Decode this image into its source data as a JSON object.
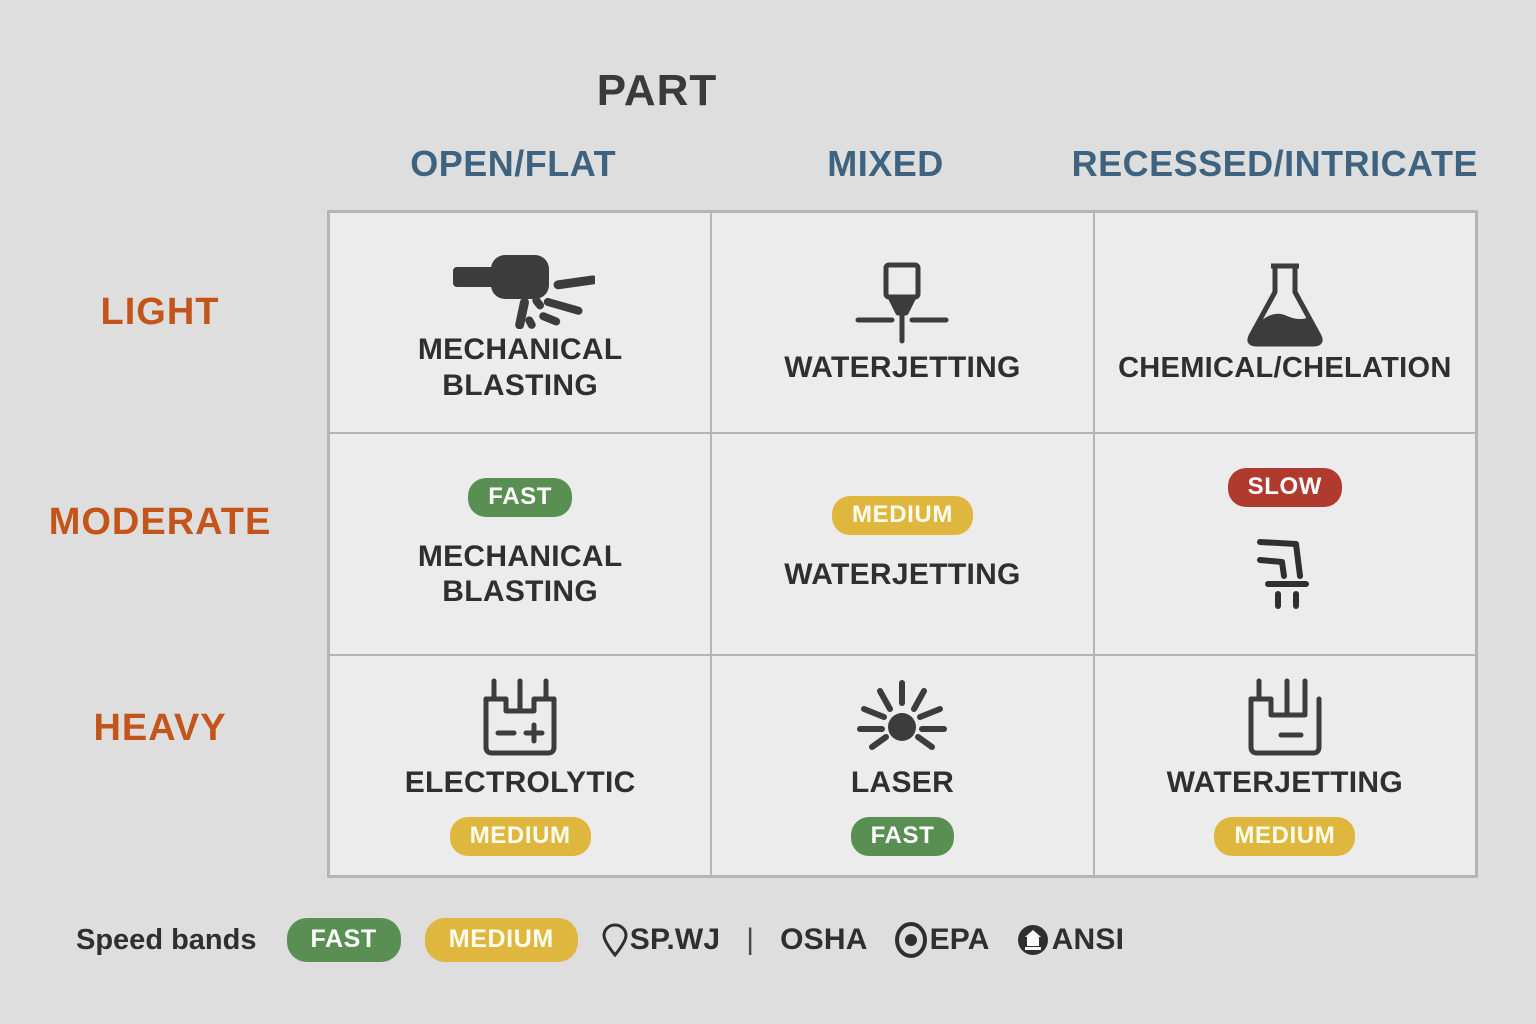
{
  "title": "PART",
  "columns": [
    {
      "label": "OPEN/FLAT"
    },
    {
      "label": "MIXED"
    },
    {
      "label": "RECESSED/INTRICATE"
    }
  ],
  "rows": [
    {
      "label": "LIGHT"
    },
    {
      "label": "MODERATE"
    },
    {
      "label": "HEAVY"
    }
  ],
  "cells": [
    {
      "icon": "spray-nozzle-icon",
      "label": "MECHANICAL\nBLASTING",
      "label_line1": "MECHANICAL",
      "label_line2": "BLASTING",
      "badge": "",
      "badge_position": "none"
    },
    {
      "icon": "waterjet-nozzle-icon",
      "label": "WATERJETTING",
      "label_line1": "WATERJETTING",
      "label_line2": "",
      "badge": "",
      "badge_position": "none"
    },
    {
      "icon": "flask-icon",
      "label": "CHEMICAL/CHELATION",
      "label_line1": "CHEMICAL/CHELATION",
      "label_line2": "",
      "badge": "",
      "badge_position": "none"
    },
    {
      "icon": "none",
      "label": "MECHANICAL\nBLASTING",
      "label_line1": "MECHANICAL",
      "label_line2": "BLASTING",
      "badge": "FAST",
      "badge_position": "top"
    },
    {
      "icon": "none",
      "label": "WATERJETTING",
      "label_line1": "WATERJETTING",
      "label_line2": "",
      "badge": "MEDIUM",
      "badge_position": "top"
    },
    {
      "icon": "bent-pipe-nozzle-icon",
      "label": "",
      "label_line1": "",
      "label_line2": "",
      "badge": "SLOW",
      "badge_position": "top"
    },
    {
      "icon": "electrolytic-cell-icon",
      "label": "ELECTROLYTIC",
      "label_line1": "ELECTROLYTIC",
      "label_line2": "",
      "badge": "MEDIUM",
      "badge_position": "bottom"
    },
    {
      "icon": "laser-burst-icon",
      "label": "LASER",
      "label_line1": "LASER",
      "label_line2": "",
      "badge": "FAST",
      "badge_position": "bottom"
    },
    {
      "icon": "water-tank-icon",
      "label": "WATERJETTING",
      "label_line1": "WATERJETTING",
      "label_line2": "",
      "badge": "MEDIUM",
      "badge_position": "bottom"
    }
  ],
  "legend": {
    "title": "Speed bands",
    "badges": [
      {
        "label": "FAST",
        "level": "fast"
      },
      {
        "label": "MEDIUM",
        "level": "medium"
      }
    ],
    "items": [
      {
        "icon": "map-pin-icon",
        "label": "SP.WJ"
      },
      {
        "icon": "none",
        "label": "OSHA"
      },
      {
        "icon": "target-circle-icon",
        "label": "EPA"
      },
      {
        "icon": "ansi-shield-icon",
        "label": "ANSI"
      }
    ],
    "divider": "|"
  },
  "colors": {
    "background": "#dedede",
    "cell_background": "#ececec",
    "grid_border": "#b4b4b4",
    "column_header": "#3d6380",
    "row_label": "#c4551a",
    "text": "#2f2f2f",
    "badge_fast": "#5a8f54",
    "badge_medium": "#e0b73e",
    "badge_slow": "#b03a2e"
  }
}
